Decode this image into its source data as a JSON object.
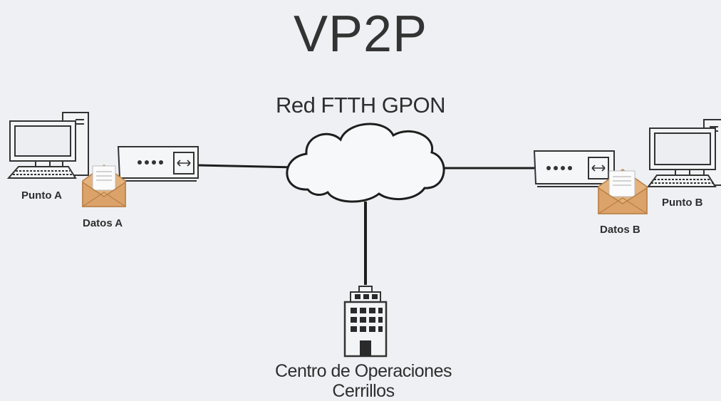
{
  "diagram": {
    "title": "VP2P",
    "network_label": "Red FTTH GPON",
    "site_a": {
      "label": "Punto A",
      "data_label": "Datos A"
    },
    "site_b": {
      "label": "Punto B",
      "data_label": "Datos B"
    },
    "operations_center": {
      "line1": "Centro de Operaciones",
      "line2": "Cerrillos"
    }
  },
  "icons": [
    "computer-icon",
    "ont-device-icon",
    "envelope-icon",
    "cloud-icon",
    "building-icon"
  ],
  "colors": {
    "background": "#eef0f3",
    "line": "#1e1e1e",
    "text": "#2e2e2e",
    "envelope": "#d9a56e"
  }
}
